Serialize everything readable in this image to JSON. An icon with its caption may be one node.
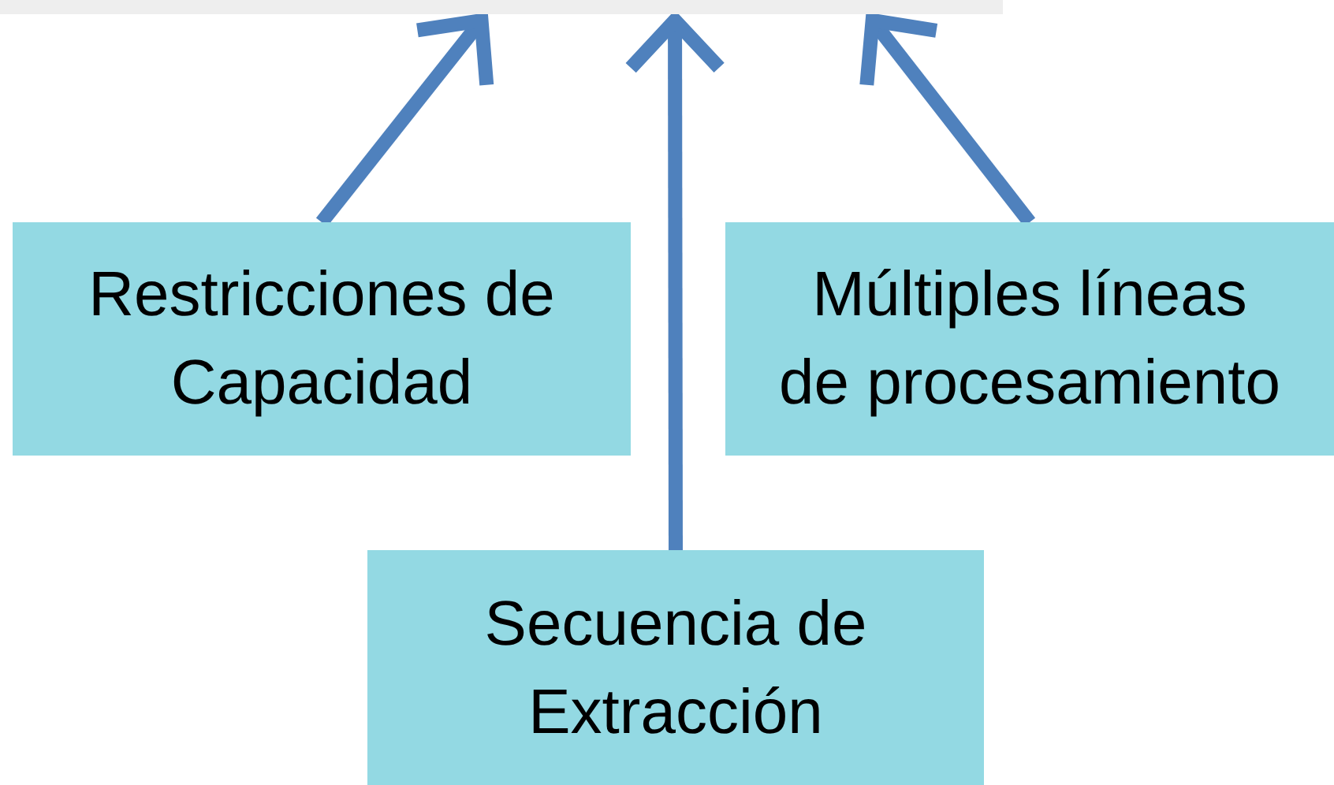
{
  "diagram": {
    "nodes": [
      {
        "text": [],
        "shape": "bar"
      },
      {
        "text": [
          "Restricciones de Capacidad"
        ]
      },
      {
        "text": [
          "Múltiples líneas de procesamiento"
        ]
      },
      {
        "text": [
          "Secuencia de Extracción"
        ]
      }
    ],
    "edges": [
      {
        "from": 1,
        "to": 0,
        "arrow": "to"
      },
      {
        "from": 3,
        "to": 0,
        "arrow": "to"
      },
      {
        "from": 2,
        "to": 0,
        "arrow": "to"
      }
    ]
  }
}
